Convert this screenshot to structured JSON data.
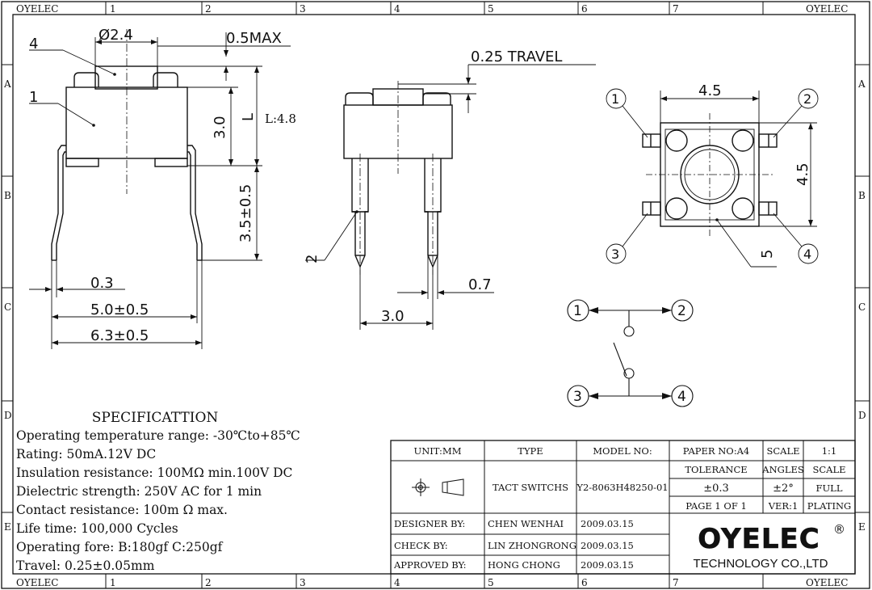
{
  "frame": {
    "corner_label": "OYELEC",
    "columns": [
      "1",
      "2",
      "3",
      "4",
      "5",
      "6",
      "7"
    ],
    "rows": [
      "A",
      "B",
      "C",
      "D",
      "E"
    ]
  },
  "side_view": {
    "dia": "Ø2.4",
    "max": "0.5MAX",
    "h1": "3.0",
    "L": "L",
    "L_val": "L:4.8",
    "h2": "3.5±0.5",
    "w03": "0.3",
    "w50": "5.0±0.5",
    "w63": "6.3±0.5",
    "callout_4": "4",
    "callout_1": "1"
  },
  "front_view": {
    "travel": "0.25 TRAVEL",
    "callout_2": "2",
    "pitch": "3.0",
    "pin": "0.7"
  },
  "top_view": {
    "w": "4.5",
    "h": "4.5",
    "c1": "1",
    "c2": "2",
    "c3": "3",
    "c4": "4",
    "c5": "5"
  },
  "schematic": {
    "n1": "1",
    "n2": "2",
    "n3": "3",
    "n4": "4"
  },
  "spec": {
    "title": "SPECIFICATTION",
    "lines": [
      "Operating temperature range: -30℃to+85℃",
      "Rating: 50mA.12V DC",
      "Insulation resistance: 100MΩ min.100V DC",
      "Dielectric strength: 250V AC for 1 min",
      "Contact resistance: 100m Ω max.",
      "Life time: 100,000 Cycles",
      "Operating fore: B:180gf C:250gf",
      "Travel: 0.25±0.05mm"
    ]
  },
  "title_block": {
    "unit": "UNIT:MM",
    "type_h": "TYPE",
    "model_h": "MODEL NO:",
    "paper": "PAPER NO:A4",
    "scale_h": "SCALE",
    "scale_v": "1:1",
    "tolerance_h": "TOLERANCE",
    "angles_h": "ANGLES",
    "scale2_h": "SCALE",
    "type_v": "TACT SWITCHS",
    "model_v": "Y2-8063H48250-01",
    "tol_v": "±0.3",
    "ang_v": "±2°",
    "full": "FULL",
    "page": "PAGE 1 OF 1",
    "ver": "VER:1",
    "plating": "PLATING",
    "designer_l": "DESIGNER BY:",
    "designer": "CHEN WENHAI",
    "designer_d": "2009.03.15",
    "check_l": "CHECK BY:",
    "check": "LIN ZHONGRONG",
    "check_d": "2009.03.15",
    "approved_l": "APPROVED BY:",
    "approved": "HONG CHONG",
    "approved_d": "2009.03.15",
    "logo": "OYELEC",
    "reg": "®",
    "company": "TECHNOLOGY CO.,LTD"
  }
}
